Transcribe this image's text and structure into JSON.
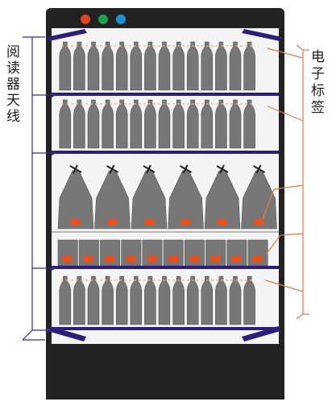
{
  "labels": {
    "reader_antenna": "阅读器天线",
    "rfid_tag": "电子标签"
  },
  "colors": {
    "cabinet": "#222222",
    "cabinet_interior": "#f4f4f4",
    "shelf_bar": "#2b1f7a",
    "product_gray": "#777777",
    "product_outline": "#555555",
    "tag_orange": "#e8501e",
    "tag_line": "#e8b090",
    "leader_line_left": "#3a2a8a",
    "leader_line_right": "#e07a50",
    "indicator_red": "#e0451e",
    "indicator_green": "#1aa04a",
    "indicator_blue": "#1e8fd8"
  },
  "icons": {
    "indicator_lights": [
      "indicator-red",
      "indicator-green",
      "indicator-blue"
    ],
    "bottle": "bottle-icon",
    "bag": "bag-icon",
    "box": "box-icon",
    "antenna": "antenna-icon"
  }
}
